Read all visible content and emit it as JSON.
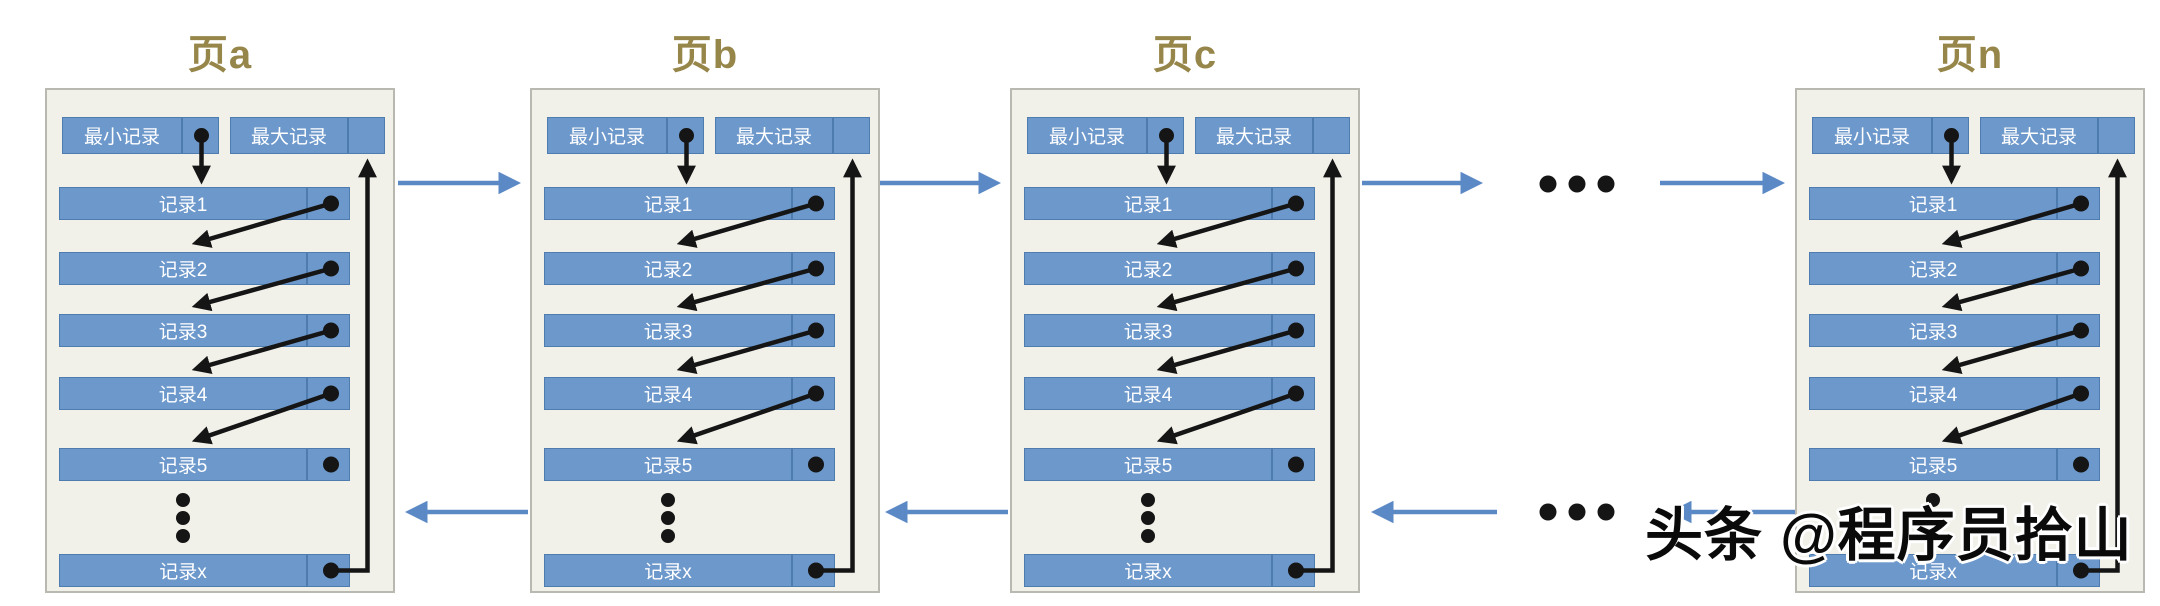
{
  "pages": [
    {
      "title": "页a"
    },
    {
      "title": "页b"
    },
    {
      "title": "页c"
    },
    {
      "title": "页n"
    }
  ],
  "page_structure": {
    "min_record_label": "最小记录",
    "max_record_label": "最大记录",
    "records": [
      "记录1",
      "记录2",
      "记录3",
      "记录4",
      "记录5"
    ],
    "last_record_label": "记录x"
  },
  "watermark": "头条 @程序员拾山",
  "colors": {
    "page_fill": "#f1f0e9",
    "page_border": "#b9b9b1",
    "record_fill": "#6d98cb",
    "record_border": "#4e7cae",
    "record_text": "#ffffff",
    "title_text": "#97864a",
    "link_arrow_blue": "#5b89c6",
    "pointer_arrow_black": "#151515"
  }
}
